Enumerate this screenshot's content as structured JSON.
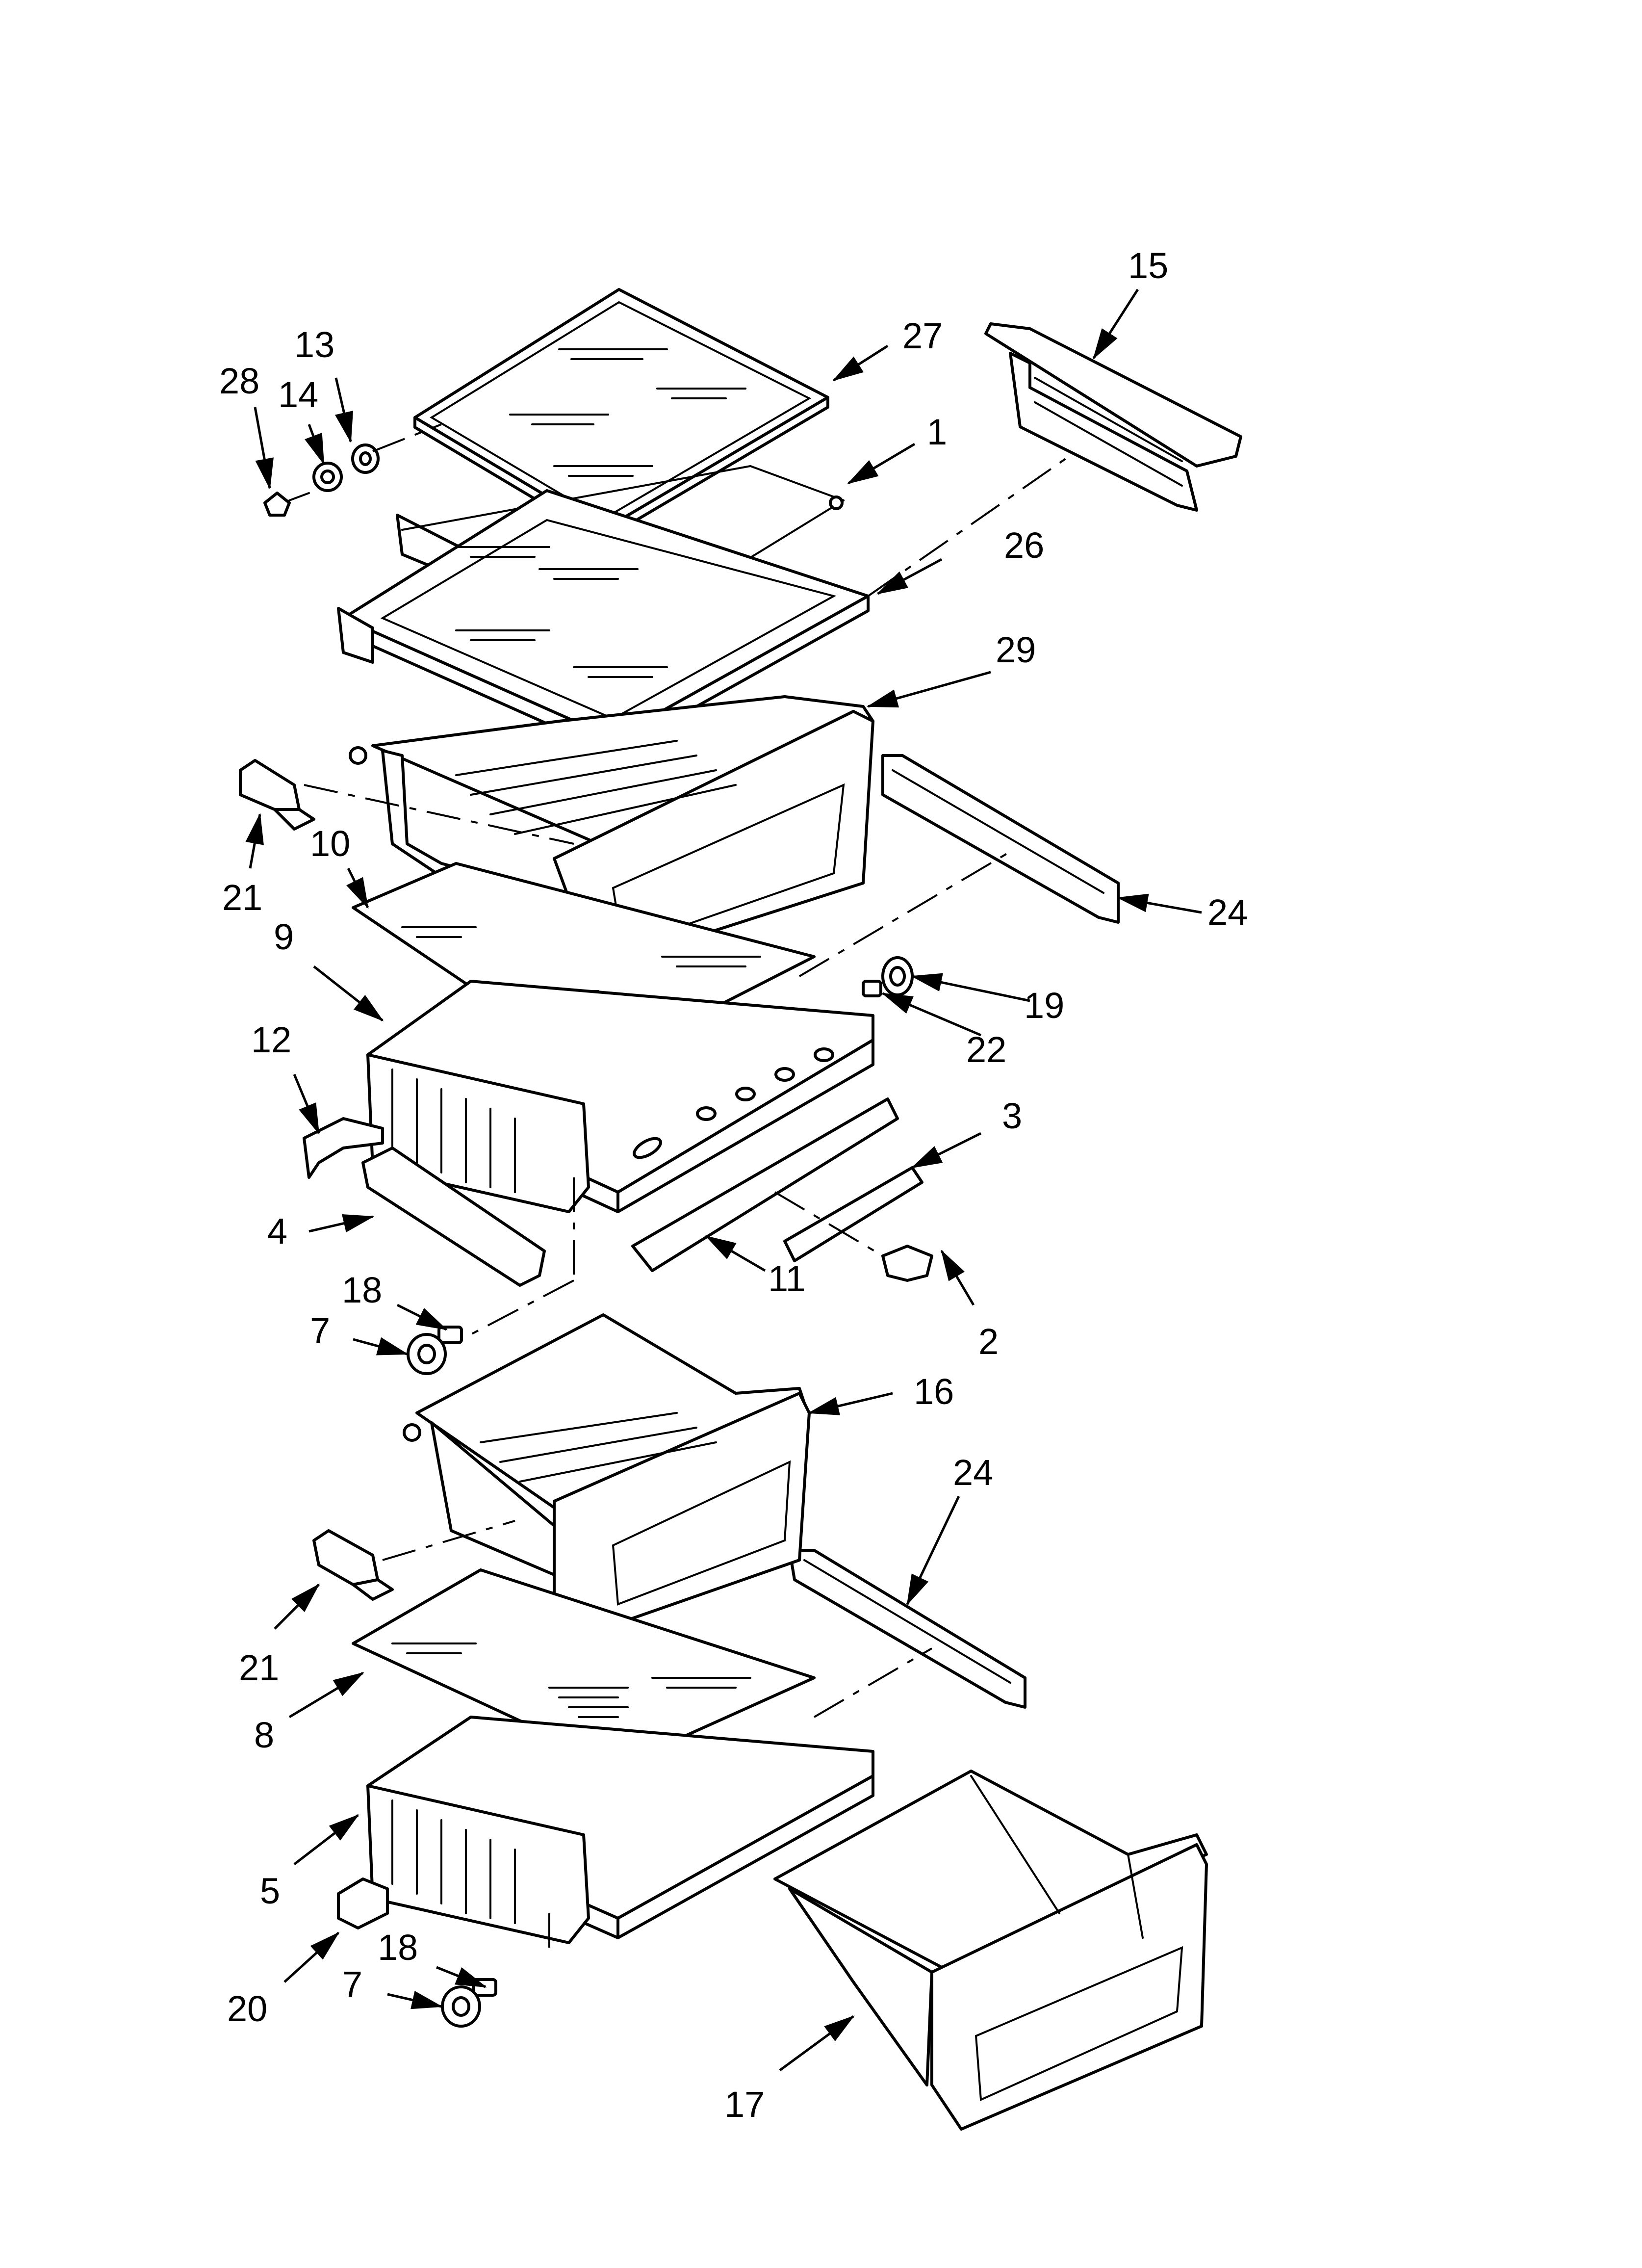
{
  "diagram": {
    "callouts": [
      {
        "id": "c15",
        "label": "15"
      },
      {
        "id": "c27",
        "label": "27"
      },
      {
        "id": "c1",
        "label": "1"
      },
      {
        "id": "c13",
        "label": "13"
      },
      {
        "id": "c28",
        "label": "28"
      },
      {
        "id": "c14",
        "label": "14"
      },
      {
        "id": "c26",
        "label": "26"
      },
      {
        "id": "c29",
        "label": "29"
      },
      {
        "id": "c21a",
        "label": "21"
      },
      {
        "id": "c10",
        "label": "10"
      },
      {
        "id": "c24a",
        "label": "24"
      },
      {
        "id": "c9",
        "label": "9"
      },
      {
        "id": "c19",
        "label": "19"
      },
      {
        "id": "c22",
        "label": "22"
      },
      {
        "id": "c12",
        "label": "12"
      },
      {
        "id": "c3",
        "label": "3"
      },
      {
        "id": "c4",
        "label": "4"
      },
      {
        "id": "c11",
        "label": "11"
      },
      {
        "id": "c18a",
        "label": "18"
      },
      {
        "id": "c7a",
        "label": "7"
      },
      {
        "id": "c2",
        "label": "2"
      },
      {
        "id": "c16",
        "label": "16"
      },
      {
        "id": "c24b",
        "label": "24"
      },
      {
        "id": "c21b",
        "label": "21"
      },
      {
        "id": "c8",
        "label": "8"
      },
      {
        "id": "c5",
        "label": "5"
      },
      {
        "id": "c18b",
        "label": "18"
      },
      {
        "id": "c20",
        "label": "20"
      },
      {
        "id": "c7b",
        "label": "7"
      },
      {
        "id": "c17",
        "label": "17"
      }
    ]
  }
}
